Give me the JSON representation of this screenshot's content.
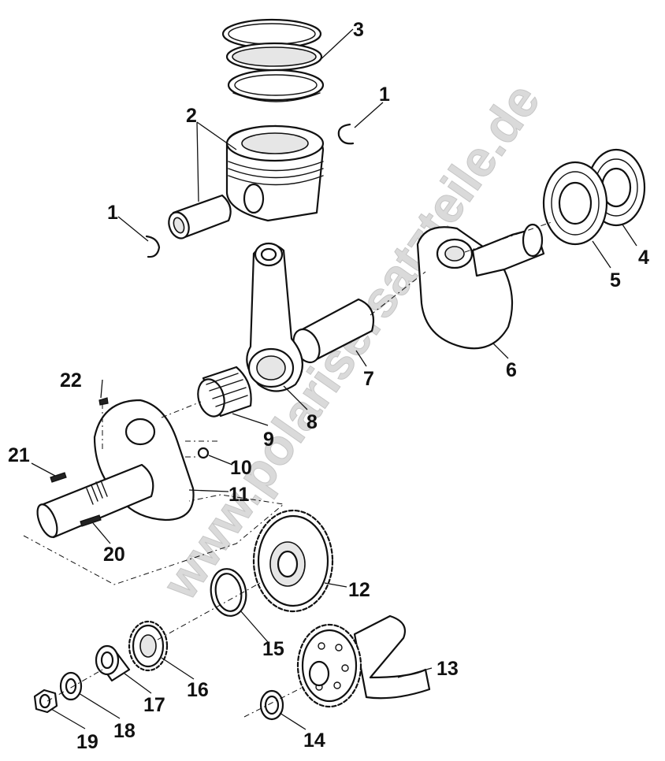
{
  "watermark": "www.polarisersatzteile.de",
  "callouts": {
    "c1a": "1",
    "c1b": "1",
    "c2": "2",
    "c3": "3",
    "c4": "4",
    "c5": "5",
    "c6": "6",
    "c7": "7",
    "c8": "8",
    "c9": "9",
    "c10": "10",
    "c11": "11",
    "c12": "12",
    "c13": "13",
    "c14": "14",
    "c15": "15",
    "c16": "16",
    "c17": "17",
    "c18": "18",
    "c19": "19",
    "c20": "20",
    "c21": "21",
    "c22": "22"
  },
  "colors": {
    "ink": "#111111",
    "watermark": "#d4d4d4",
    "background": "#ffffff"
  }
}
